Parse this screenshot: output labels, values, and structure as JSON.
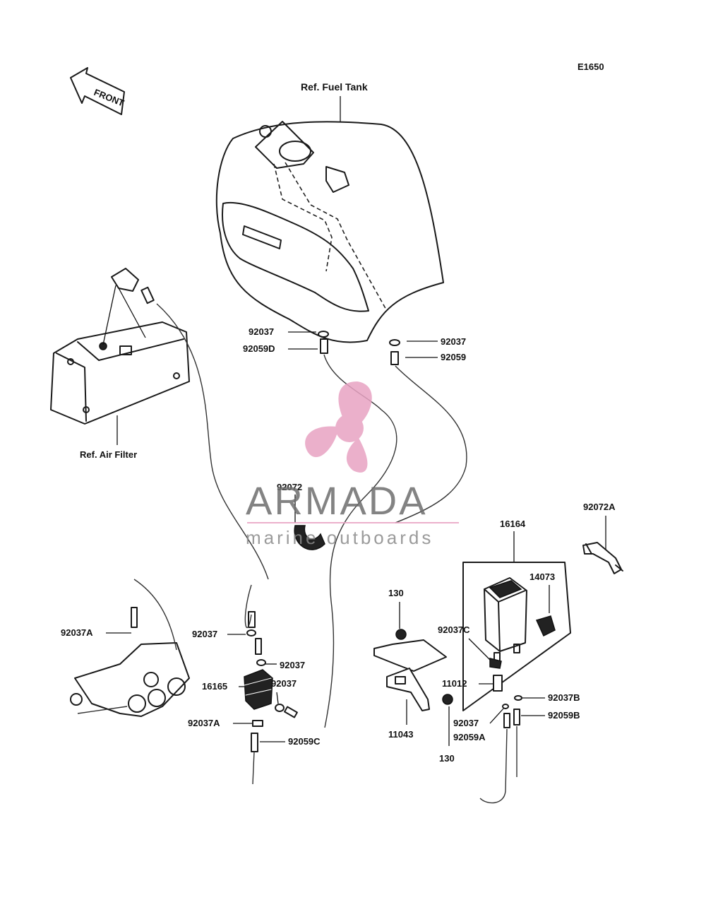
{
  "diagram_code": "E1650",
  "front_label": "FRONT",
  "ref_labels": {
    "fuel_tank": "Ref. Fuel Tank",
    "air_filter": "Ref. Air Filter"
  },
  "part_labels": [
    {
      "id": "p92037_tankL",
      "text": "92037"
    },
    {
      "id": "p92059D",
      "text": "92059D"
    },
    {
      "id": "p92037_tankR",
      "text": "92037"
    },
    {
      "id": "p92059_tankR",
      "text": "92059"
    },
    {
      "id": "p92072",
      "text": "92072"
    },
    {
      "id": "p92072A",
      "text": "92072A"
    },
    {
      "id": "p16164",
      "text": "16164"
    },
    {
      "id": "p14073",
      "text": "14073"
    },
    {
      "id": "p130_top",
      "text": "130"
    },
    {
      "id": "p92037C",
      "text": "92037C"
    },
    {
      "id": "p11012",
      "text": "11012"
    },
    {
      "id": "p92037B",
      "text": "92037B"
    },
    {
      "id": "p92059B",
      "text": "92059B"
    },
    {
      "id": "p92037_can",
      "text": "92037"
    },
    {
      "id": "p92059A",
      "text": "92059A"
    },
    {
      "id": "p11043",
      "text": "11043"
    },
    {
      "id": "p130_bot",
      "text": "130"
    },
    {
      "id": "p92037A_left",
      "text": "92037A"
    },
    {
      "id": "p92037_pump1",
      "text": "92037"
    },
    {
      "id": "p92037_pump2",
      "text": "92037"
    },
    {
      "id": "p92037_pump3",
      "text": "92037"
    },
    {
      "id": "p16165",
      "text": "16165"
    },
    {
      "id": "p92037A_pump",
      "text": "92037A"
    },
    {
      "id": "p92059C",
      "text": "92059C"
    }
  ],
  "watermark": {
    "title": "ARMADA",
    "subtitle": "marine outboards",
    "logo": "propeller-logo",
    "color_logo": "#e8a3c3",
    "color_text": "#6e6e6e"
  }
}
